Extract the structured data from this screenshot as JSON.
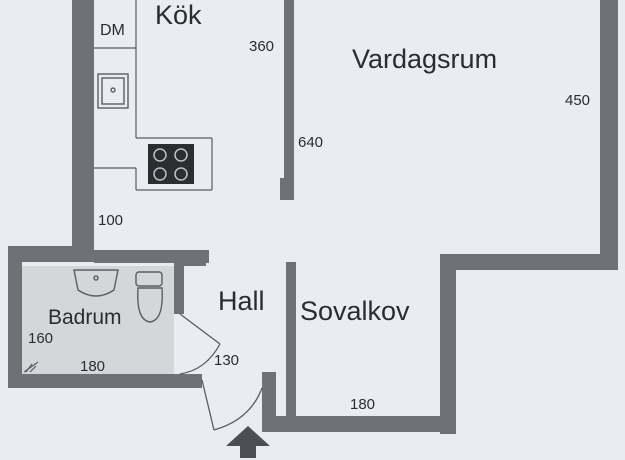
{
  "rooms": {
    "kok": "Kök",
    "vardagsrum": "Vardagsrum",
    "hall": "Hall",
    "sovalkov": "Sovalkov",
    "badrum": "Badrum"
  },
  "dimensions": {
    "kok_width": "360",
    "kok_length": "640",
    "vardagsrum_width": "450",
    "kok_small": "100",
    "badrum_height": "160",
    "badrum_width": "180",
    "hall_width": "130",
    "sovalkov_width": "180"
  },
  "appliance_labels": {
    "dishwasher": "DM"
  },
  "colors": {
    "wall": "#6f7178",
    "floor": "#e9ecf0",
    "bath_floor": "#d4d6d9",
    "fixture_line": "#5a5d63",
    "stove": "#2c2d31"
  },
  "icons": {
    "sink": "kitchen-sink-icon",
    "stove": "stove-icon",
    "washbasin": "washbasin-icon",
    "toilet": "toilet-icon",
    "entrance": "entrance-arrow-icon"
  }
}
